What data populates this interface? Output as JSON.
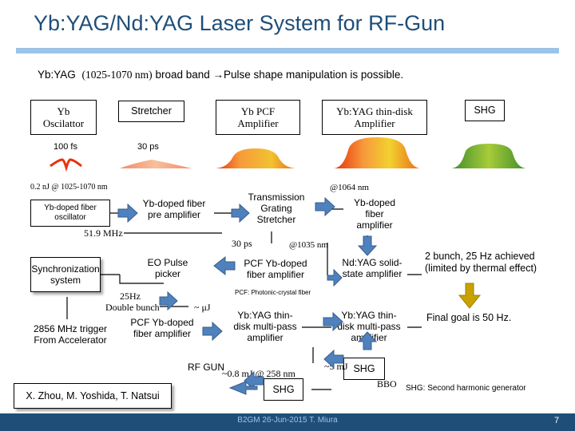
{
  "header": {
    "title": "Yb:YAG/Nd:YAG Laser System for RF-Gun"
  },
  "subtitle": {
    "lead": "Yb:YAG",
    "range": "(1025-1070 nm)",
    "rest": "broad band  →Pulse shape manipulation is possible."
  },
  "top_row": {
    "osc": "Yb Oscilattor",
    "stretcher": "Stretcher",
    "pcf": "Yb PCF Amplifier",
    "thin_disk": "Yb:YAG thin-disk Amplifier",
    "shg": "SHG",
    "fs": "100 fs",
    "ps": "30 ps"
  },
  "diagram": {
    "input_spec": "0.2 nJ @ 1025-1070 nm",
    "fiber_osc": "Yb-doped fiber oscillator",
    "fiber_pre": "Yb-doped fiber pre amplifier",
    "freq": "51.9 MHz",
    "grating": "Transmission Grating Stretcher",
    "pulse_30ps": "30 ps",
    "wl_1064": "@1064 nm",
    "yb_fiber_amp": "Yb-doped fiber amplifier",
    "wl_1035": "@1035 nm",
    "eo": "EO Pulse picker",
    "pcf_fiber": "PCF Yb-doped fiber amplifier",
    "pcf_note": "PCF: Photonic-crystal fiber",
    "ndyag": "Nd:YAG solid-state amplifier",
    "sync": "Synchronization system",
    "rate": "25Hz",
    "double": "Double bunch",
    "uj": "~ μJ",
    "pcf_fiber2": "PCF Yb-doped fiber amplifier",
    "trigger": "2856 MHz trigger From Accelerator",
    "thin_disk_multi": "Yb:YAG thin-disk multi-pass amplifier",
    "thin_disk_multi2": "Yb:YAG thin-disk multi-pass amplifier",
    "mj_258": "~0.8 mJ @ 258 nm",
    "mj_5": "~5 mJ",
    "rf_gun": "RF GUN",
    "shg_left": "SHG",
    "shg_right": "SHG",
    "bbo": "BBO",
    "shg_note": "SHG: Second harmonic generator",
    "authors": "X. Zhou, M. Yoshida, T. Natsui",
    "bunch_note": "2 bunch, 25 Hz  achieved (limited by thermal effect)",
    "goal": "Final goal is 50 Hz."
  },
  "footer": {
    "text": "B2GM  26-Jun-2015  T. Miura",
    "page": "7"
  },
  "colors": {
    "title": "#1f4e79",
    "accent": "#9dc3e6",
    "arrow_fill": "#4f81bd",
    "arrow_stroke": "#385d8a",
    "gold": "#c9a200",
    "pulse_red": "#e8320c",
    "pulse_green": "#6fa32b"
  }
}
